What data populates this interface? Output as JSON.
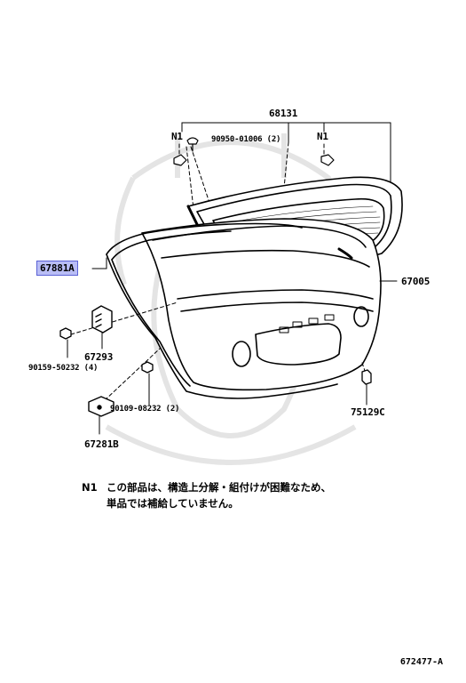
{
  "highlight_color": "#b9bdf5",
  "highlight_border": "#5b62d6",
  "watermark_icon": "samurai-helmet-watermark",
  "labels": {
    "p68131": "68131",
    "n1_left": "N1",
    "n1_right": "N1",
    "p90950": "90950-01006 (2)",
    "p67881a": "67881A",
    "p67005": "67005",
    "p67293": "67293",
    "p90159": "90159-50232 (4)",
    "p90109": "90109-08232 (2)",
    "p75129c": "75129C",
    "p67281b": "67281B"
  },
  "note": {
    "marker": "N1",
    "line1": "この部品は、構造上分解・組付けが困難なため、",
    "line2": "単品では補給していません。"
  },
  "figure_ref": "672477-A"
}
